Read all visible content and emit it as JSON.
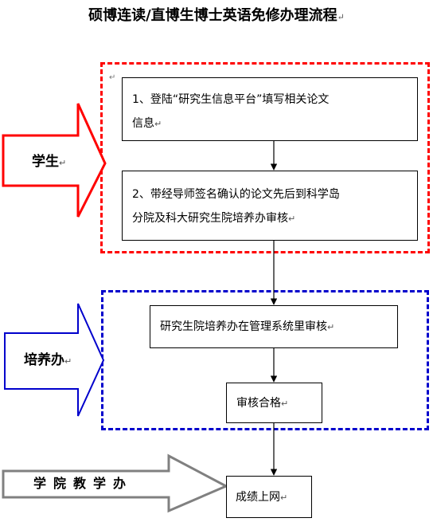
{
  "title": "硕博连读/直博生博士英语免修办理流程",
  "actors": {
    "student": "学生",
    "training_office": "培养办",
    "teaching_office": "学院教学办"
  },
  "steps": {
    "step1": {
      "line1": "1、登陆“研究生信息平台”填写相关论文",
      "line2": "信息"
    },
    "step2": {
      "line1": "2、带经导师签名确认的论文先后到科学岛",
      "line2": "分院及科大研究生院培养办审核"
    },
    "step3": "研究生院培养办在管理系统里审核",
    "step4": "审核合格",
    "step5": "成绩上网"
  },
  "paragraph_mark": "↵",
  "colors": {
    "student_group": "#ff0000",
    "office_group": "#0000cc",
    "teaching_arrow": "#808080"
  }
}
